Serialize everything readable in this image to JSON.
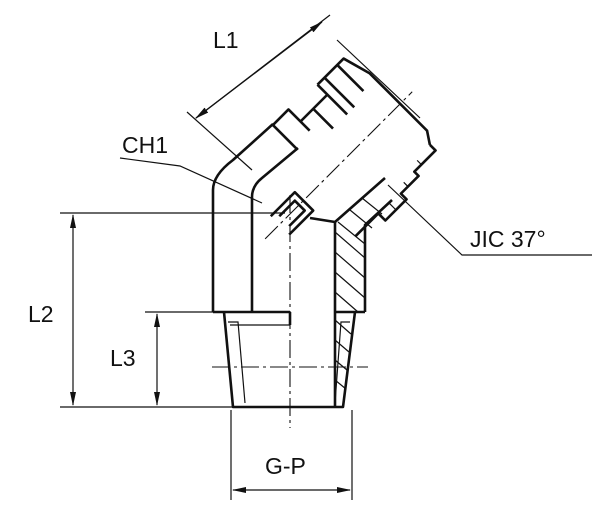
{
  "labels": {
    "l1": "L1",
    "ch1": "CH1",
    "jic": "JIC 37°",
    "l2": "L2",
    "l3": "L3",
    "gp": "G-P"
  },
  "colors": {
    "line": "#111111",
    "background": "#ffffff"
  }
}
